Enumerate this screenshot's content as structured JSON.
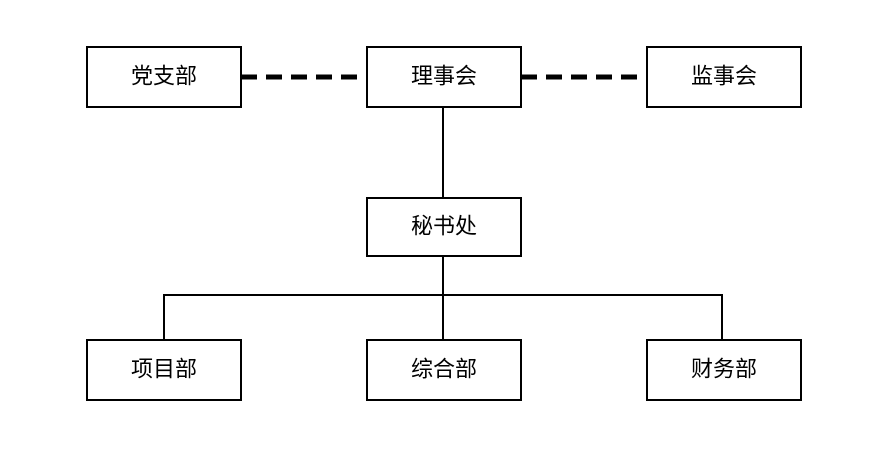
{
  "org_chart": {
    "party_branch": "党支部",
    "council": "理事会",
    "supervisory_board": "监事会",
    "secretariat": "秘书处",
    "project_dept": "项目部",
    "general_dept": "综合部",
    "finance_dept": "财务部"
  }
}
